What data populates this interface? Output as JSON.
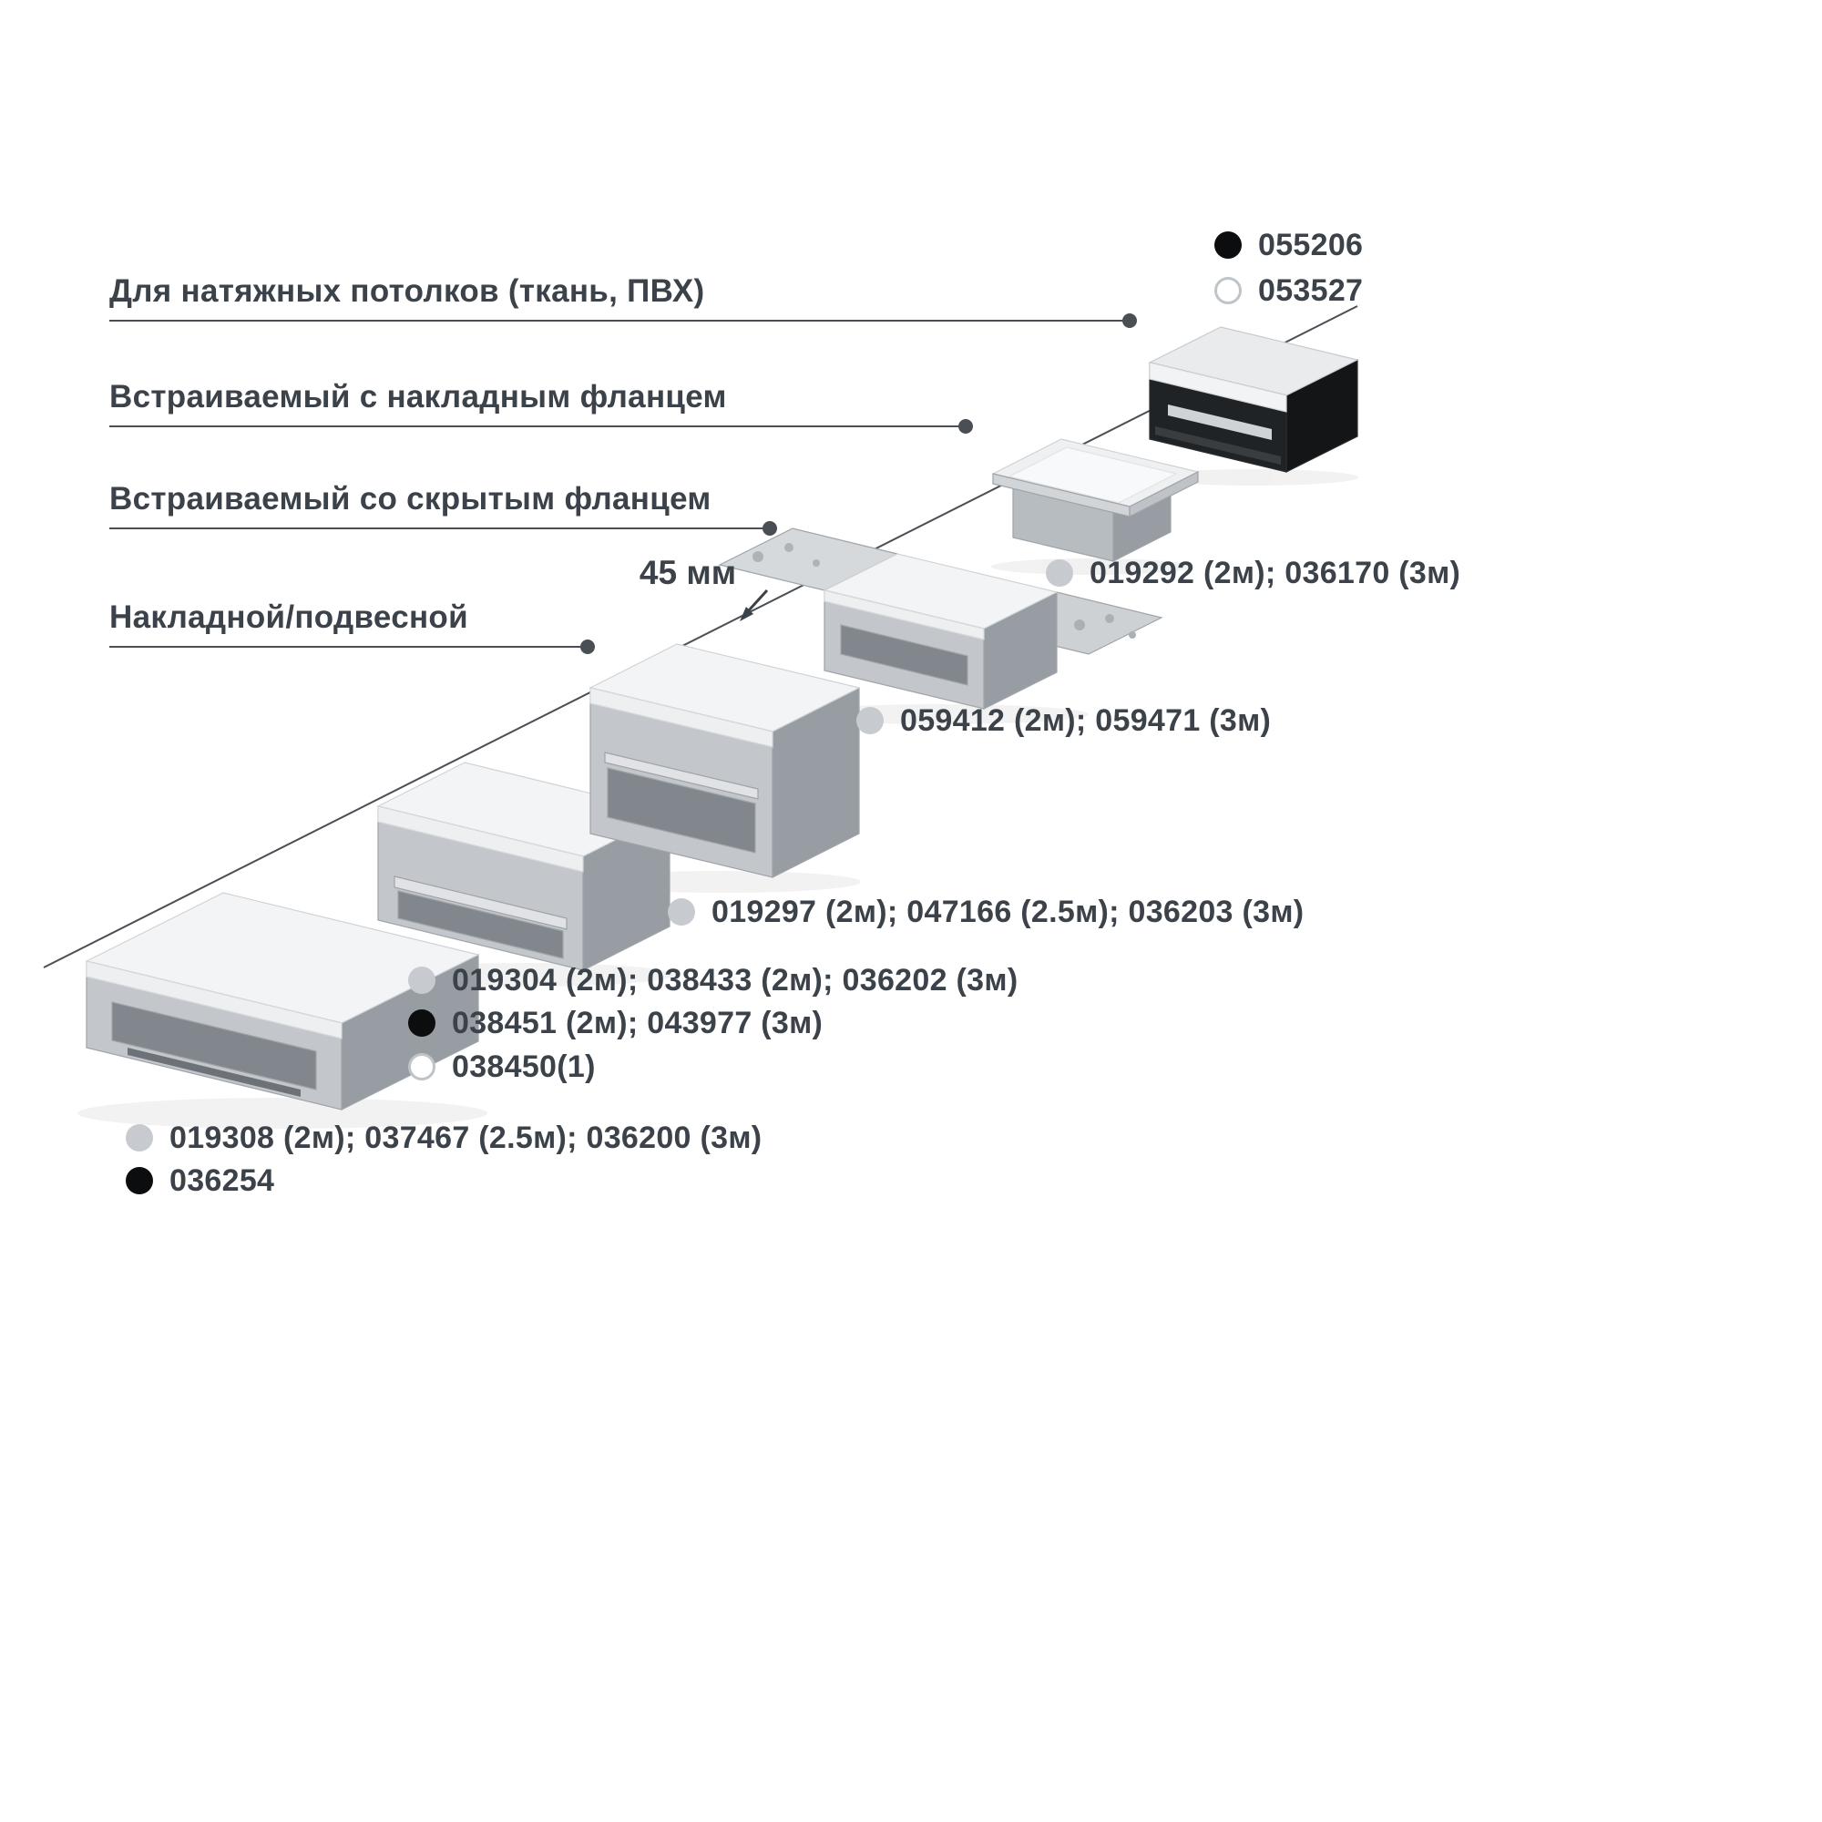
{
  "diagram": {
    "categories": [
      {
        "label": "Для натяжных потолков (ткань, ПВХ)"
      },
      {
        "label": "Встраиваемый с накладным фланцем"
      },
      {
        "label": "Встраиваемый со скрытым фланцем"
      },
      {
        "label": "Накладной/подвесной"
      }
    ],
    "dimension": {
      "label": "45 мм"
    },
    "legend_groups": [
      {
        "name": "stretch-ceiling-codes",
        "items": [
          {
            "dot": "black",
            "code": "055206"
          },
          {
            "dot": "white",
            "code": "053527"
          }
        ]
      },
      {
        "name": "recessed-surface-flange-codes",
        "items": [
          {
            "dot": "gray",
            "code": "019292 (2м); 036170 (3м)"
          }
        ]
      },
      {
        "name": "recessed-hidden-flange-codes",
        "items": [
          {
            "dot": "gray",
            "code": "059412 (2м); 059471 (3м)"
          }
        ]
      },
      {
        "name": "surface-suspended-large-codes",
        "items": [
          {
            "dot": "gray",
            "code": "019297 (2м); 047166 (2.5м); 036203 (3м)"
          }
        ]
      },
      {
        "name": "surface-suspended-medium-codes",
        "items": [
          {
            "dot": "gray",
            "code": "019304 (2м); 038433 (2м); 036202 (3м)"
          },
          {
            "dot": "black",
            "code": "038451 (2м); 043977 (3м)"
          },
          {
            "dot": "white",
            "code": "038450(1)"
          }
        ]
      },
      {
        "name": "surface-suspended-low-codes",
        "items": [
          {
            "dot": "gray",
            "code": "019308 (2м); 037467 (2.5м); 036200 (3м)"
          },
          {
            "dot": "black",
            "code": "036254"
          }
        ]
      }
    ],
    "colors": {
      "text": "#3c4249",
      "line": "#4a4f55",
      "dot_gray": "#c7cbcf",
      "dot_black": "#0c0d0e",
      "dot_white": "#ffffff",
      "profile_black": "#202326",
      "profile_aluminum": "#c3c7cb"
    }
  }
}
